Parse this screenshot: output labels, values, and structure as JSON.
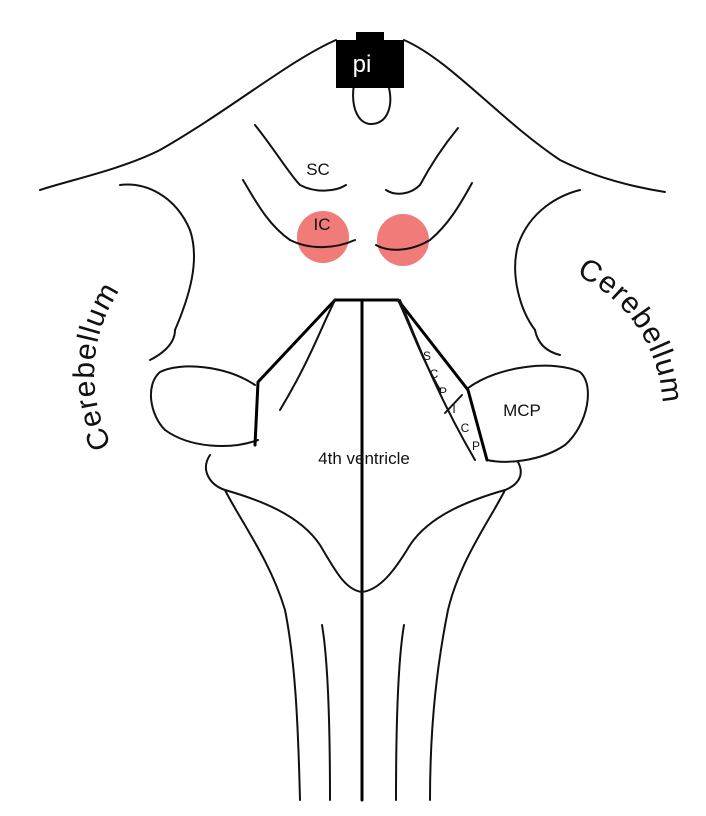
{
  "labels": {
    "pineal": "pi",
    "superior_colliculus": "SC",
    "inferior_colliculus": "IC",
    "cerebellum_left": "Cerebellum",
    "cerebellum_right": "Cerebellum",
    "fourth_ventricle": "4th ventricle",
    "mcp": "MCP",
    "scp_letters": [
      "S",
      "C",
      "P"
    ],
    "icp_letters": [
      "I",
      "C",
      "P"
    ]
  },
  "colors": {
    "line": "#111111",
    "colliculus_highlight": "#f07b78",
    "pineal_box": "#000000",
    "pineal_text": "#ffffff",
    "background": "#ffffff"
  }
}
